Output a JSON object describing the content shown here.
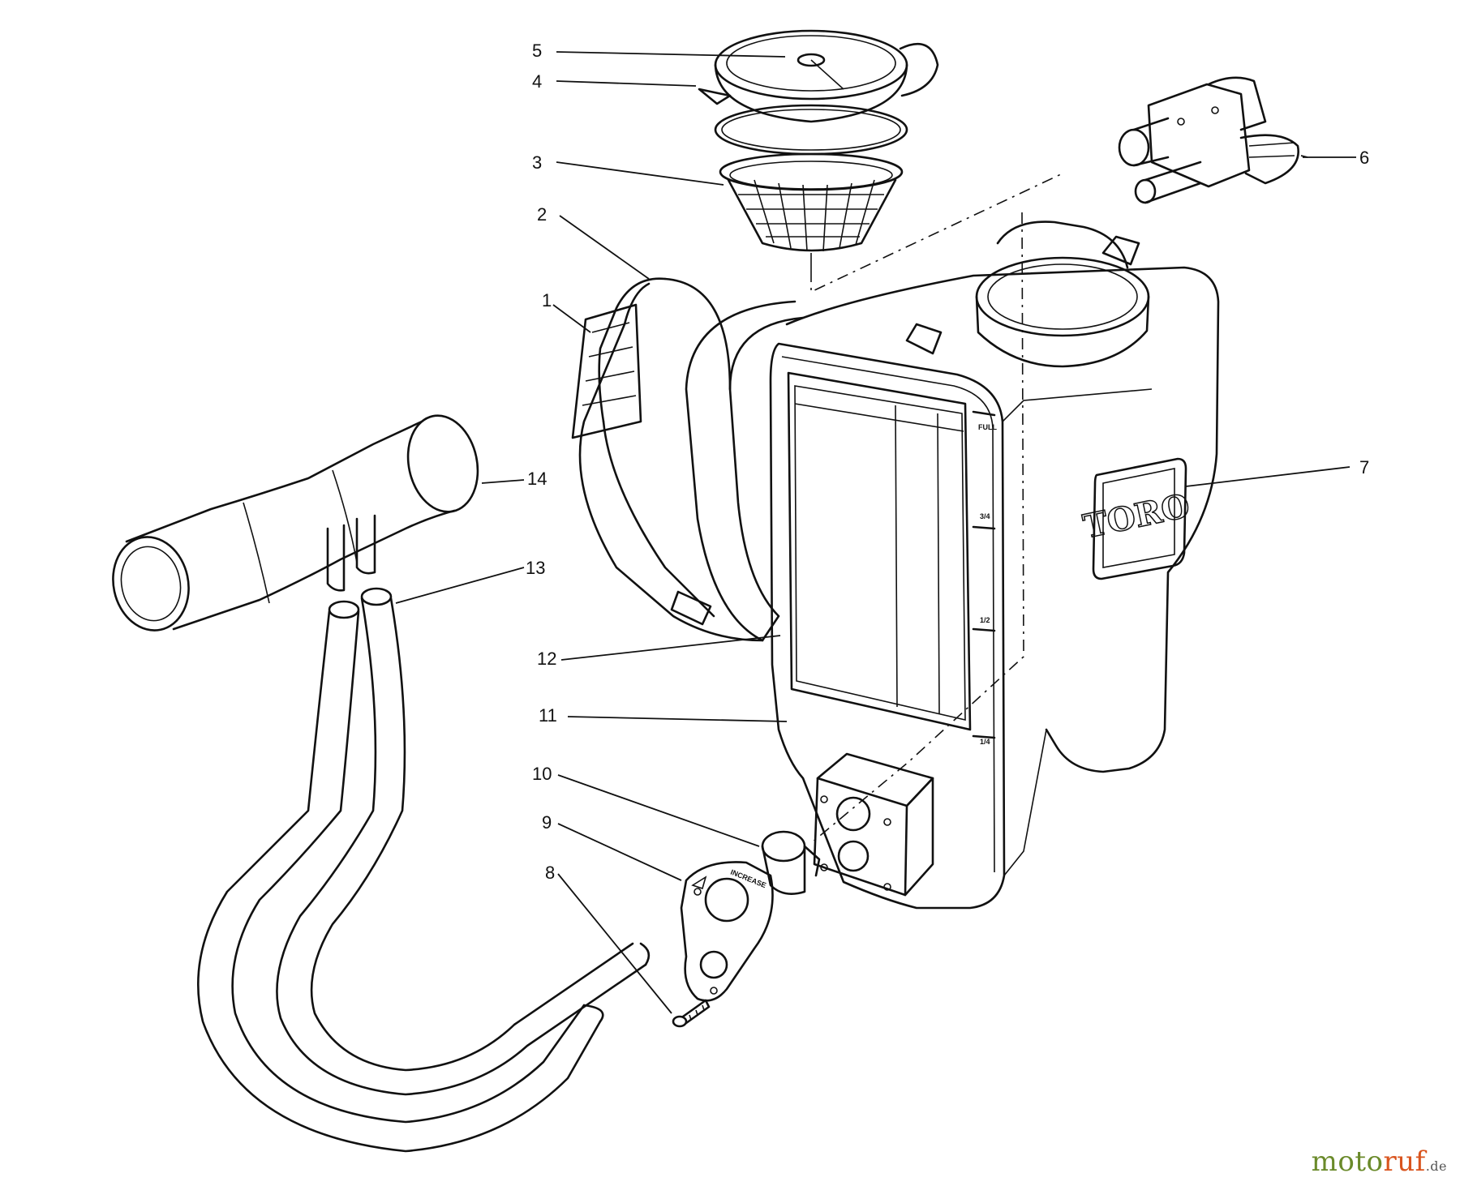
{
  "diagram": {
    "brand_on_tank": "TORO",
    "gauge_marks": [
      "FULL",
      "3/4",
      "1/2",
      "1/4"
    ],
    "dial_text": "INCREASE",
    "callouts": [
      {
        "id": "1",
        "label": "1"
      },
      {
        "id": "2",
        "label": "2"
      },
      {
        "id": "3",
        "label": "3"
      },
      {
        "id": "4",
        "label": "4"
      },
      {
        "id": "5",
        "label": "5"
      },
      {
        "id": "6",
        "label": "6"
      },
      {
        "id": "7",
        "label": "7"
      },
      {
        "id": "8",
        "label": "8"
      },
      {
        "id": "9",
        "label": "9"
      },
      {
        "id": "10",
        "label": "10"
      },
      {
        "id": "11",
        "label": "11"
      },
      {
        "id": "12",
        "label": "12"
      },
      {
        "id": "13",
        "label": "13"
      },
      {
        "id": "14",
        "label": "14"
      }
    ]
  },
  "watermark": {
    "part1": "moto",
    "part2": "ruf",
    "suffix": ".de"
  }
}
